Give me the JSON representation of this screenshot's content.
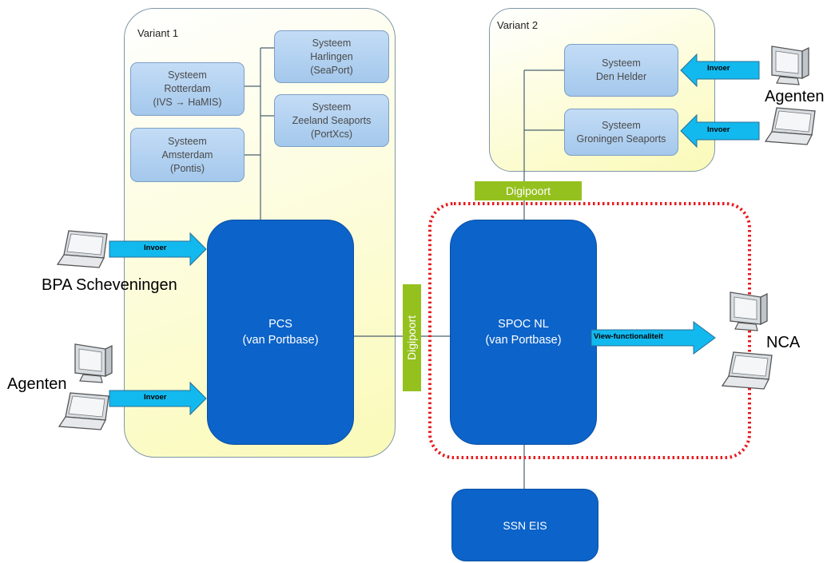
{
  "variant1": {
    "label": "Variant 1"
  },
  "variant2": {
    "label": "Variant 2"
  },
  "systems": {
    "rotterdam": {
      "line1": "Systeem",
      "line2": "Rotterdam",
      "line3": "(IVS → HaMIS)"
    },
    "amsterdam": {
      "line1": "Systeem",
      "line2": "Amsterdam",
      "line3": "(Pontis)"
    },
    "harlingen": {
      "line1": "Systeem",
      "line2": "Harlingen",
      "line3": "(SeaPort)"
    },
    "zeeland": {
      "line1": "Systeem",
      "line2": "Zeeland Seaports",
      "line3": "(PortXcs)"
    },
    "denhelder": {
      "line1": "Systeem",
      "line2": "Den Helder"
    },
    "groningen": {
      "line1": "Systeem",
      "line2": "Groningen Seaports"
    }
  },
  "pcs": {
    "line1": "PCS",
    "line2": "(van Portbase)"
  },
  "spoc": {
    "line1": "SPOC NL",
    "line2": "(van Portbase)"
  },
  "ssn": {
    "label": "SSN EIS"
  },
  "digipoort_top": "Digipoort",
  "digipoort_vertical": "Digipoort",
  "actors": {
    "bpa": "BPA Scheveningen",
    "agenten_left": "Agenten",
    "agenten_right": "Agenten",
    "nca": "NCA"
  },
  "arrows": {
    "invoer_bpa": "Invoer",
    "invoer_agenten": "Invoer",
    "invoer_denhelder": "Invoer",
    "invoer_groningen": "Invoer",
    "view": "View-functionaliteit"
  },
  "colors": {
    "block_blue": "#0c63c9",
    "system_blue": "#a4c8ec",
    "digipoort_green": "#95c11f",
    "arrow_cyan": "#12b9ee",
    "dotted_red": "#e8191c"
  }
}
